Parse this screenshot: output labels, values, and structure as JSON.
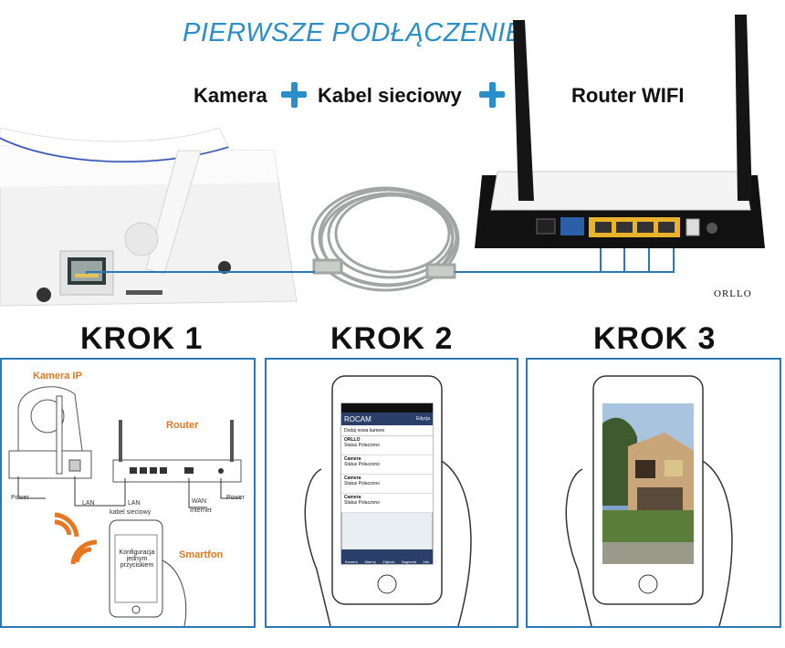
{
  "header": {
    "title": "PIERWSZE PODŁĄCZENIE",
    "items": [
      "Kamera",
      "Kabel sieciowy",
      "Router WIFI"
    ]
  },
  "logo": "ORLLO",
  "steps": [
    {
      "title": "KROK 1"
    },
    {
      "title": "KROK 2"
    },
    {
      "title": "KROK 3"
    }
  ],
  "step1": {
    "camera_label": "Kamera IP",
    "router_label": "Router",
    "smartphone_label": "Smartfon",
    "power_left": "Power",
    "lan_left": "LAN",
    "lan_right": "LAN",
    "wan": "WAN",
    "internet": "Internet",
    "power_right": "Power",
    "cable": "kabel sieciowy",
    "phone_text": "Konfiguracja jednym przyciskiem"
  },
  "step2": {
    "app_name": "ROCAM",
    "header_btn": "Edycja",
    "add_camera": "Dodaj nowa kamere",
    "cameras": [
      {
        "name": "ORLLO",
        "status": "Status Polaczono"
      },
      {
        "name": "Camera",
        "status": "Status Polaczono"
      },
      {
        "name": "Camera",
        "status": "Status Polaczono"
      },
      {
        "name": "Camera",
        "status": "Status Polaczono"
      }
    ],
    "nav": [
      "Kamera",
      "Alarmy",
      "Zdjecia",
      "Nagrania",
      "Info"
    ]
  }
}
